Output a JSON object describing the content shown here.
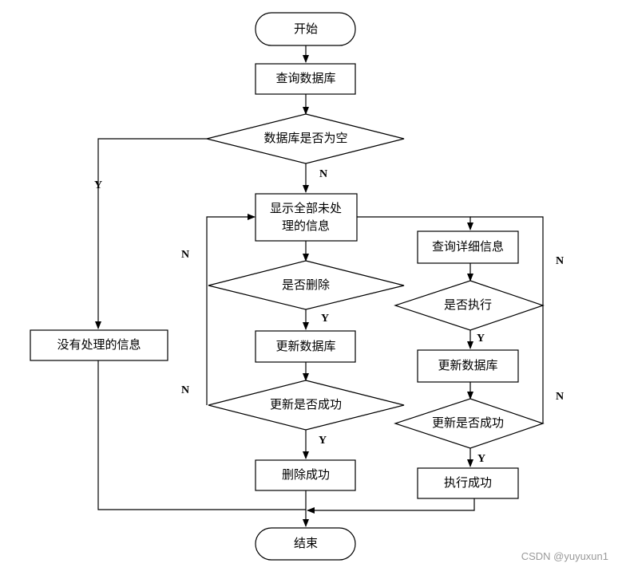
{
  "nodes": {
    "start": "开始",
    "query_db": "查询数据库",
    "db_empty_q": "数据库是否为空",
    "show_unprocessed_1": "显示全部未处",
    "show_unprocessed_2": "理的信息",
    "no_unprocessed": "没有处理的信息",
    "delete_q": "是否删除",
    "update_db_left": "更新数据库",
    "update_success_left_q": "更新是否成功",
    "delete_success": "删除成功",
    "query_detail": "查询详细信息",
    "execute_q": "是否执行",
    "update_db_right": "更新数据库",
    "update_success_right_q": "更新是否成功",
    "execute_success": "执行成功",
    "end": "结束"
  },
  "flags": {
    "n_db_empty": "N",
    "y_db_empty": "Y",
    "n_delete": "N",
    "y_delete": "Y",
    "n_update_left": "N",
    "y_update_left": "Y",
    "n_execute": "N",
    "y_execute": "Y",
    "n_update_right": "N",
    "y_update_right": "Y"
  },
  "watermark": "CSDN @yuyuxun1"
}
